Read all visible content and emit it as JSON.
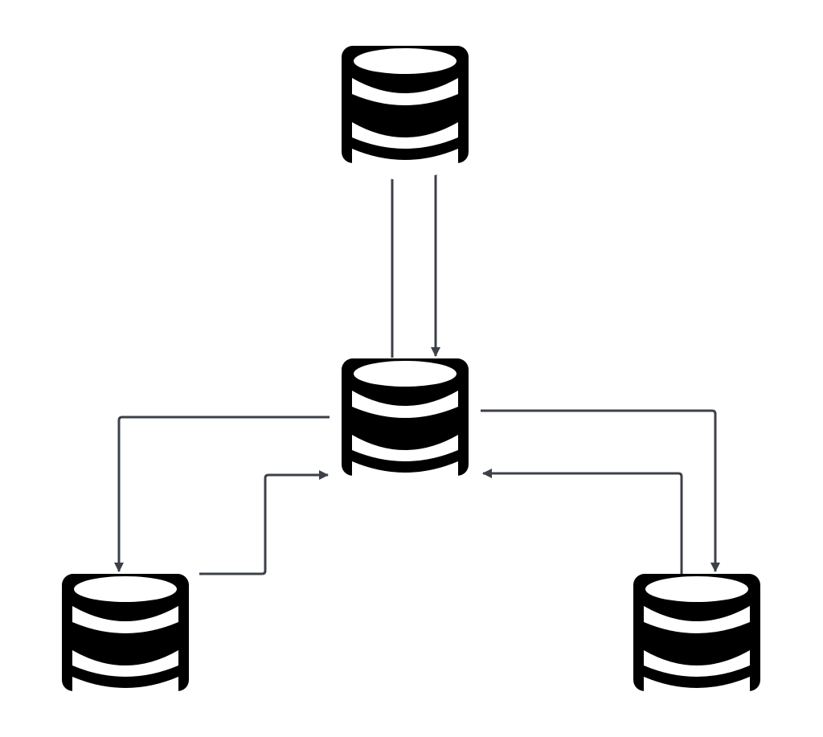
{
  "diagram": {
    "type": "database-replication-topology",
    "colors": {
      "background": "#ffffff",
      "database_icon": "#000000",
      "database_fill": "#ffffff",
      "connector": "#3c4048"
    },
    "nodes": [
      {
        "id": "db-top",
        "icon": "database-icon"
      },
      {
        "id": "db-center",
        "icon": "database-icon"
      },
      {
        "id": "db-bottom-left",
        "icon": "database-icon"
      },
      {
        "id": "db-bottom-right",
        "icon": "database-icon"
      }
    ],
    "edges": [
      {
        "id": "center-to-top",
        "from": "db-center",
        "to": "db-top"
      },
      {
        "id": "top-to-center",
        "from": "db-top",
        "to": "db-center"
      },
      {
        "id": "center-to-bottom-left",
        "from": "db-center",
        "to": "db-bottom-left"
      },
      {
        "id": "bottom-left-to-center",
        "from": "db-bottom-left",
        "to": "db-center"
      },
      {
        "id": "center-to-bottom-right",
        "from": "db-center",
        "to": "db-bottom-right"
      },
      {
        "id": "bottom-right-to-center",
        "from": "db-bottom-right",
        "to": "db-center"
      }
    ]
  }
}
